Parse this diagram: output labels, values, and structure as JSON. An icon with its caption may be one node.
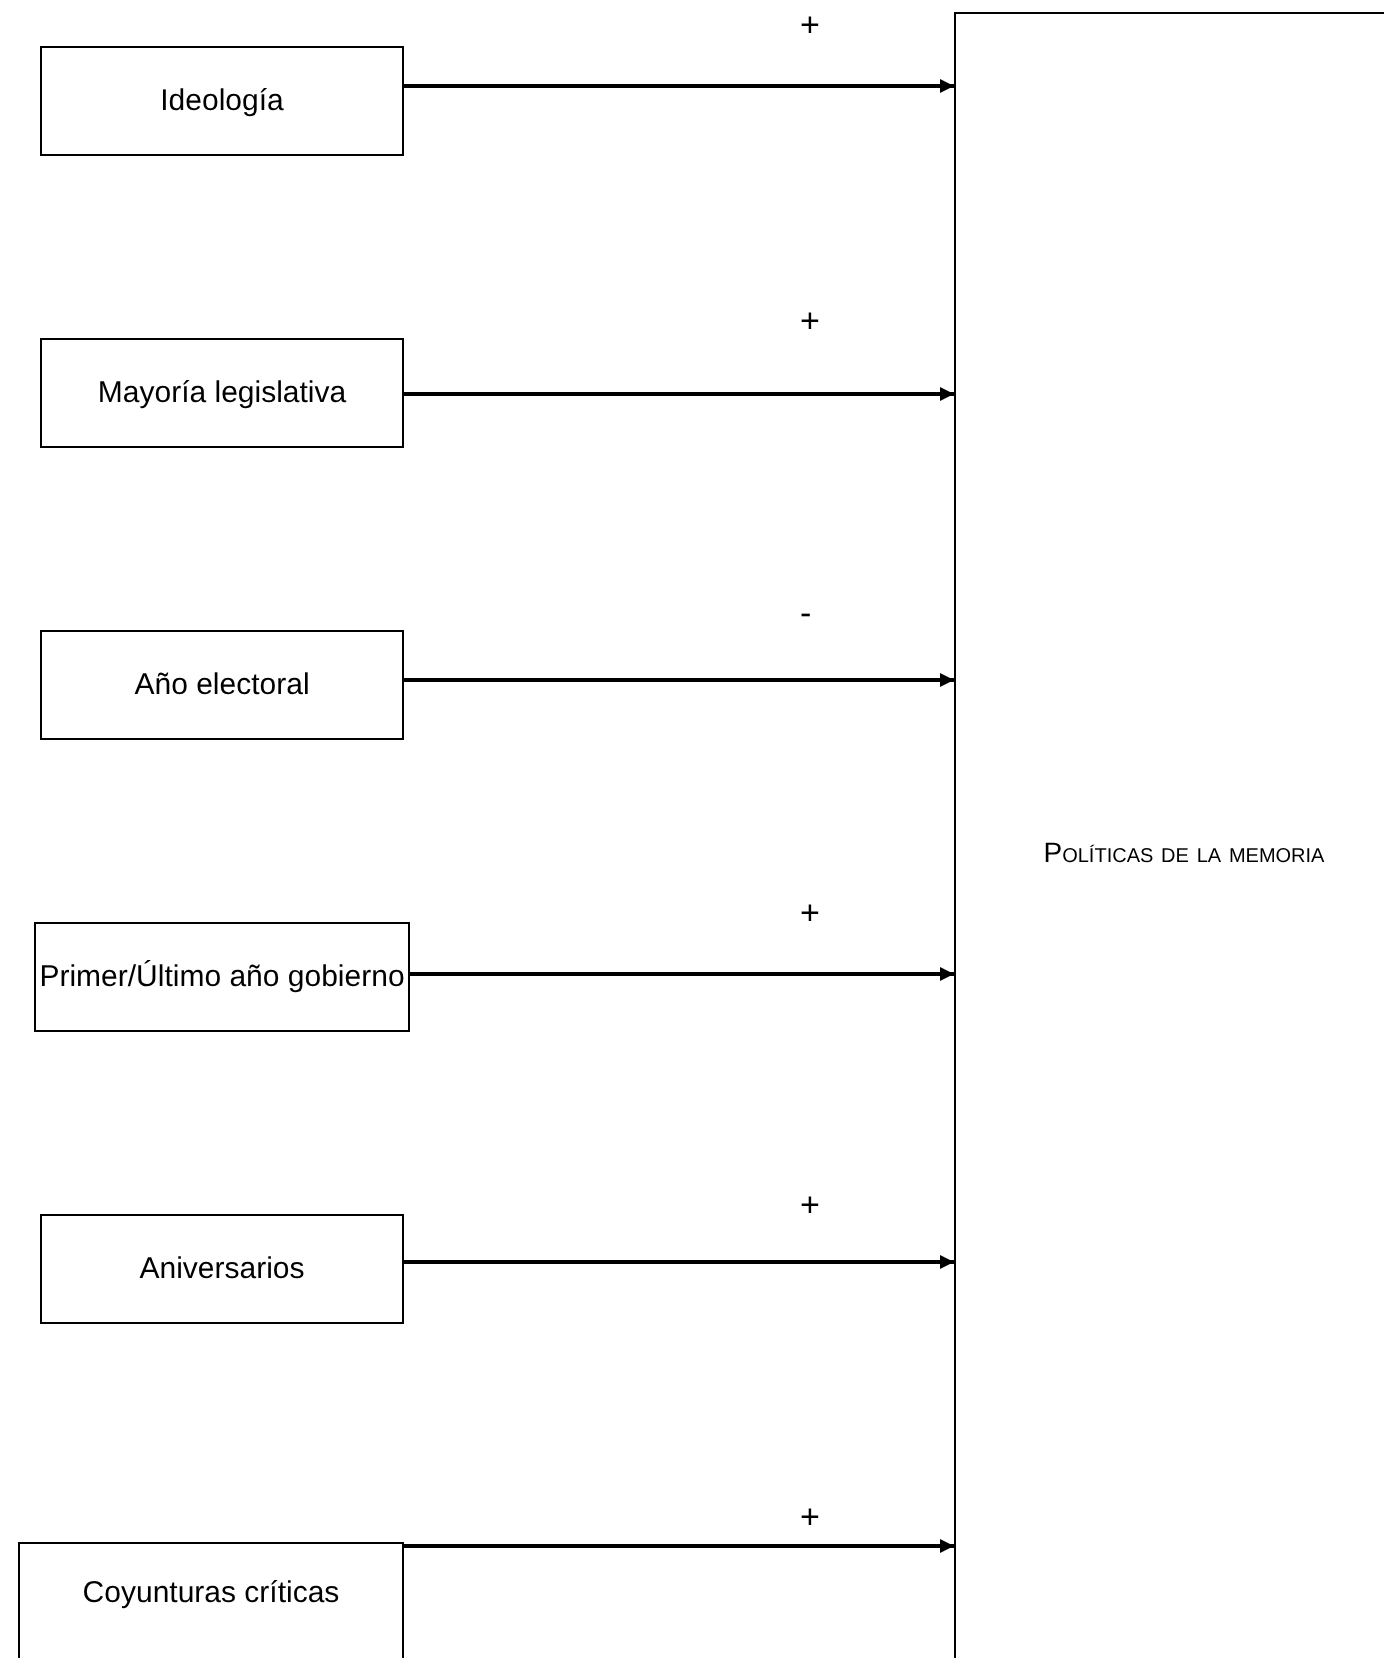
{
  "diagram": {
    "nodes": [
      {
        "text": [
          "Ideología"
        ]
      },
      {
        "text": [
          "Mayoría legislativa"
        ]
      },
      {
        "text": [
          "Año electoral"
        ]
      },
      {
        "text": [
          "Primer/Último año gobierno"
        ]
      },
      {
        "text": [
          "Aniversarios"
        ]
      },
      {
        "text": [
          "Coyunturas críticas"
        ]
      },
      {
        "text": [
          "Políticas de la memoria"
        ]
      }
    ],
    "edges": [
      {
        "from": 0,
        "to": 6,
        "arrow": "to",
        "label": "+"
      },
      {
        "from": 1,
        "to": 6,
        "arrow": "to",
        "label": "+"
      },
      {
        "from": 2,
        "to": 6,
        "arrow": "to",
        "label": "-"
      },
      {
        "from": 3,
        "to": 6,
        "arrow": "to",
        "label": "+"
      },
      {
        "from": 4,
        "to": 6,
        "arrow": "to",
        "label": "+"
      },
      {
        "from": 5,
        "to": 6,
        "arrow": "to",
        "label": "+"
      }
    ]
  }
}
